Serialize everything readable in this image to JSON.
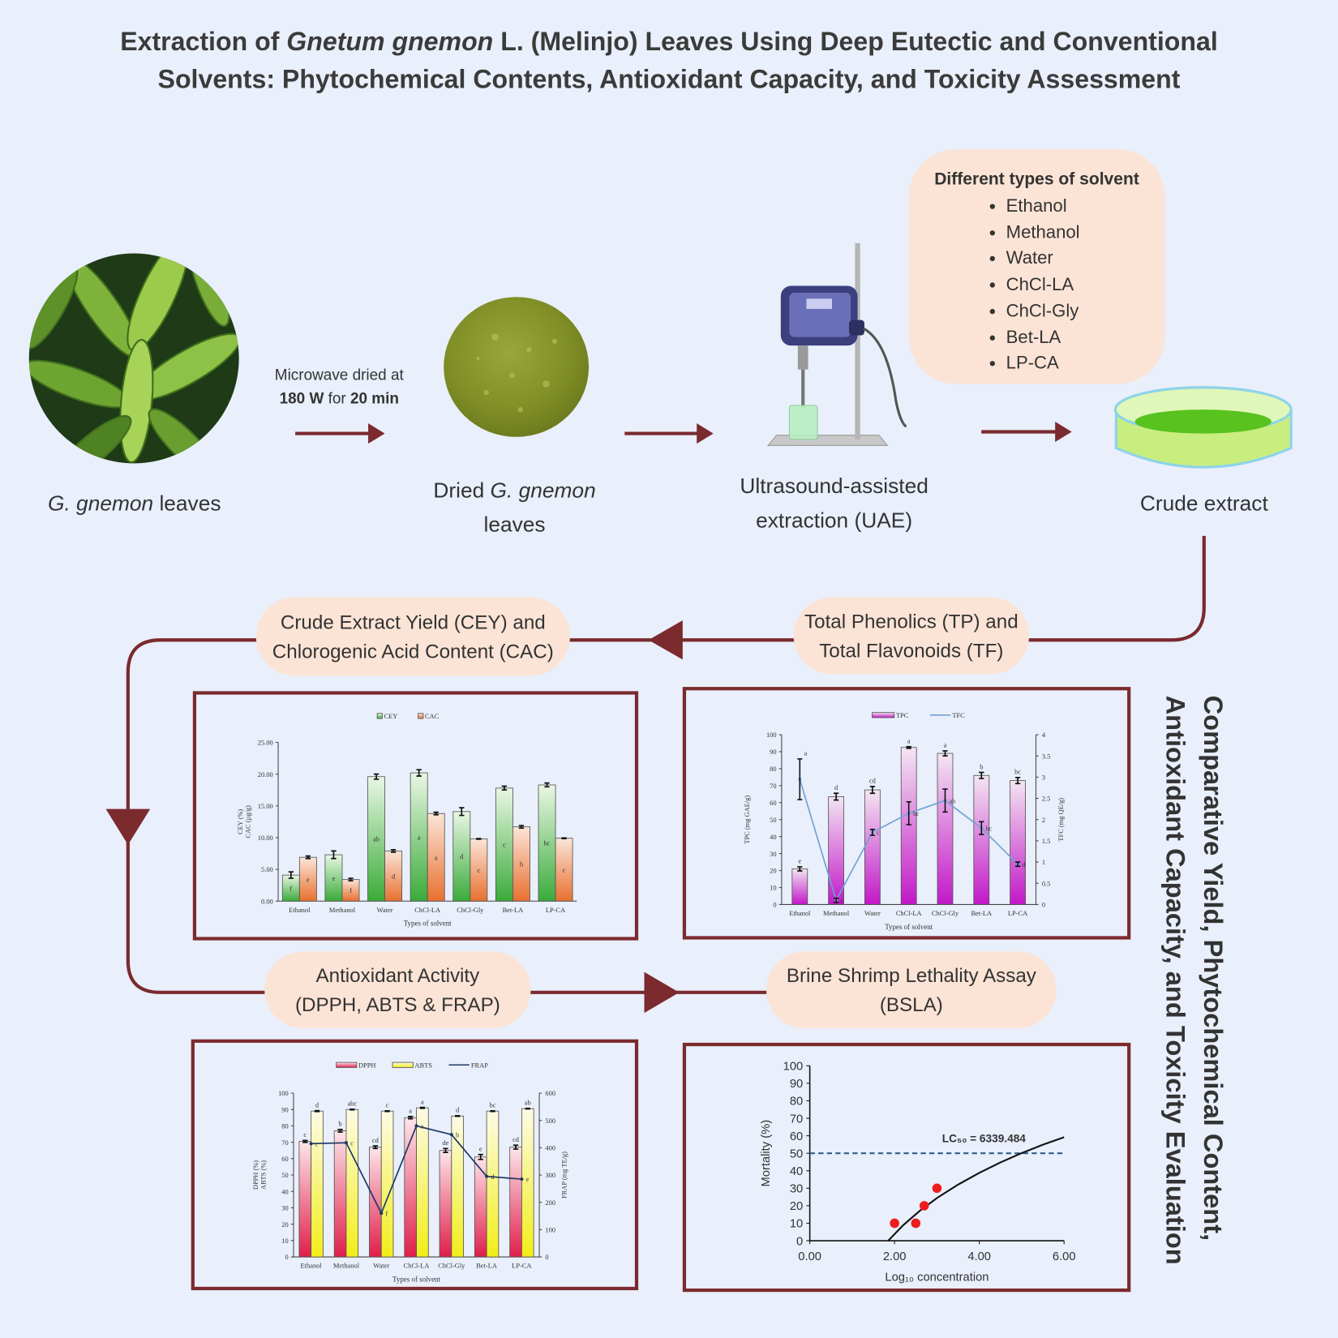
{
  "title": {
    "line1_pre": "Extraction of ",
    "line1_italic": "Gnetum gnemon",
    "line1_post": " L. (Melinjo) Leaves Using Deep Eutectic and Conventional",
    "line2": "Solvents: Phytochemical Contents, Antioxidant Capacity, and Toxicity Assessment"
  },
  "steps": {
    "leaves_italic": "G. gnemon",
    "leaves_text": " leaves",
    "microwave_line1": "Microwave dried at",
    "microwave_power": "180 W",
    "microwave_for": " for ",
    "microwave_time": "20 min",
    "dried_pre": "Dried ",
    "dried_italic": "G. gnemon",
    "dried_line2": "leaves",
    "uae_line1": "Ultrasound-assisted",
    "uae_line2": "extraction (UAE)",
    "crude": "Crude extract"
  },
  "solvents": {
    "heading": "Different types of solvent",
    "items": [
      "Ethanol",
      "Methanol",
      "Water",
      "ChCl-LA",
      "ChCl-Gly",
      "Bet-LA",
      "LP-CA"
    ]
  },
  "pills": {
    "tp_line1": "Total Phenolics (TP) and",
    "tp_line2": "Total Flavonoids (TF)",
    "cey_line1": "Crude Extract Yield (CEY) and",
    "cey_line2": "Chlorogenic Acid Content (CAC)",
    "aa_line1": "Antioxidant Activity",
    "aa_line2": "(DPPH, ABTS & FRAP)",
    "bsla_line1": "Brine Shrimp Lethality Assay",
    "bsla_line2": "(BSLA)"
  },
  "side_title": {
    "line1": "Comparative Yield, Phytochemical Content,",
    "line2": "Antioxidant Capacity, and Toxicity Evaluation"
  },
  "colors": {
    "accent": "#7b2a2e",
    "pill": "#fbe4d6",
    "background": "#e9effb"
  },
  "chart_data": [
    {
      "type": "bar",
      "id": "cey",
      "categories": [
        "Ethanol",
        "Methanol",
        "Water",
        "ChCl-LA",
        "ChCl-Gly",
        "Bet-LA",
        "LP-CA"
      ],
      "series": [
        {
          "name": "CEY",
          "values": [
            4.1,
            7.3,
            19.6,
            20.2,
            14.1,
            17.8,
            18.3
          ],
          "errors": [
            0.5,
            0.6,
            0.4,
            0.5,
            0.6,
            0.3,
            0.3
          ],
          "letters": [
            "f",
            "e",
            "ab",
            "a",
            "d",
            "c",
            "bc"
          ],
          "color_top": "#eaf7e4",
          "color_bottom": "#3aab3a"
        },
        {
          "name": "CAC",
          "values": [
            6.9,
            3.4,
            7.9,
            13.8,
            9.8,
            11.7,
            9.9
          ],
          "errors": [
            0.2,
            0.2,
            0.2,
            0.2,
            0.05,
            0.2,
            0.05
          ],
          "letters": [
            "e",
            "f",
            "d",
            "a",
            "c",
            "b",
            "c"
          ],
          "color_top": "#fbe5d8",
          "color_bottom": "#e8702f"
        }
      ],
      "ylim": [
        0,
        25
      ],
      "ystep": 5,
      "ydecimals": 2,
      "xlabel": "Types of solvent",
      "ylabel_line1": "CEY (%)",
      "ylabel_line2": "CAC (µg/g)"
    },
    {
      "type": "bar+line",
      "id": "tpc",
      "categories": [
        "Ethanol",
        "Methanol",
        "Water",
        "ChCl-LA",
        "ChCl-Gly",
        "Bet-LA",
        "LP-CA"
      ],
      "series": [
        {
          "name": "TPC",
          "values": [
            21,
            63.5,
            67.5,
            92.5,
            89,
            76,
            73
          ],
          "errors": [
            1.2,
            2,
            2,
            0.5,
            1.5,
            1.8,
            1.8
          ],
          "letters": [
            "e",
            "d",
            "cd",
            "a",
            "a",
            "b",
            "bc"
          ],
          "color_top": "#f3e6f2",
          "color_bottom": "#c218c8"
        }
      ],
      "line": {
        "name": "TFC",
        "values": [
          2.95,
          0.1,
          1.7,
          2.15,
          2.45,
          1.8,
          0.95
        ],
        "errors": [
          0.48,
          0.05,
          0.07,
          0.27,
          0.27,
          0.15,
          0.05
        ],
        "letters": [
          "a",
          "e",
          "c",
          "bc",
          "ab",
          "bc",
          "d"
        ],
        "color": "#6fa2d6"
      },
      "ylim": [
        0,
        100
      ],
      "ystep": 10,
      "ydecimals": 0,
      "y2lim": [
        0,
        4
      ],
      "y2step": 0.5,
      "xlabel": "Types of solvent",
      "ylabel": "TPC (mg GAE/g)",
      "y2label": "TFC (mg QE/g)"
    },
    {
      "type": "bar+line",
      "id": "aa",
      "categories": [
        "Ethanol",
        "Methanol",
        "Water",
        "ChCl-LA",
        "ChCl-Gly",
        "Bet-LA",
        "LP-CA"
      ],
      "series": [
        {
          "name": "DPPH",
          "values": [
            70.5,
            77,
            67,
            85,
            65,
            61,
            67
          ],
          "errors": [
            0.6,
            0.8,
            0.8,
            0.7,
            1.2,
            1.5,
            1.2
          ],
          "letters": [
            "c",
            "b",
            "cd",
            "a",
            "de",
            "e",
            "cd"
          ],
          "color_top": "#fde6ea",
          "color_bottom": "#e01e4a"
        },
        {
          "name": "ABTS",
          "values": [
            89,
            90,
            89,
            91,
            86,
            89,
            90.5
          ],
          "errors": [
            0.3,
            0.2,
            0.2,
            0.3,
            0.2,
            0.2,
            0.2
          ],
          "letters": [
            "d",
            "abc",
            "c",
            "a",
            "d",
            "bc",
            "ab"
          ],
          "color_top": "#fdfbe6",
          "color_bottom": "#f2ee18"
        }
      ],
      "line": {
        "name": "FRAP",
        "values": [
          415,
          418,
          160,
          480,
          448,
          295,
          285
        ],
        "errors": [
          0,
          0,
          0,
          0,
          0,
          0,
          0
        ],
        "letters": [
          "c",
          "c",
          "f",
          "a",
          "b",
          "d",
          "e"
        ],
        "color": "#1f3768"
      },
      "ylim": [
        0,
        100
      ],
      "ystep": 10,
      "ydecimals": 0,
      "y2lim": [
        0,
        600
      ],
      "y2step": 100,
      "xlabel": "Types of solvent",
      "ylabel_line1": "DPPH (%)",
      "ylabel_line2": "ABTS (%)",
      "y2label": "FRAP (mg TE/g)"
    },
    {
      "type": "scatter",
      "id": "bsla",
      "points": [
        [
          2.0,
          10
        ],
        [
          2.5,
          10
        ],
        [
          2.7,
          20
        ],
        [
          3.0,
          30
        ]
      ],
      "trendline": [
        [
          1.85,
          0
        ],
        [
          2.2,
          8.8
        ],
        [
          2.6,
          17.2
        ],
        [
          3.0,
          24.4
        ],
        [
          3.5,
          32.1
        ],
        [
          4.0,
          38.8
        ],
        [
          4.5,
          44.8
        ],
        [
          5.0,
          50.1
        ],
        [
          5.5,
          54.9
        ],
        [
          6.0,
          59.2
        ]
      ],
      "threshold": 50,
      "annotation": "LC₅₀ = 6339.484",
      "xlim": [
        0,
        6
      ],
      "xstep": 2,
      "xdecimals": 2,
      "ylim": [
        0,
        100
      ],
      "ystep": 10,
      "xlabel": "Log₁₀ concentration",
      "ylabel": "Mortality (%)",
      "point_color": "#ee1c1c"
    }
  ]
}
